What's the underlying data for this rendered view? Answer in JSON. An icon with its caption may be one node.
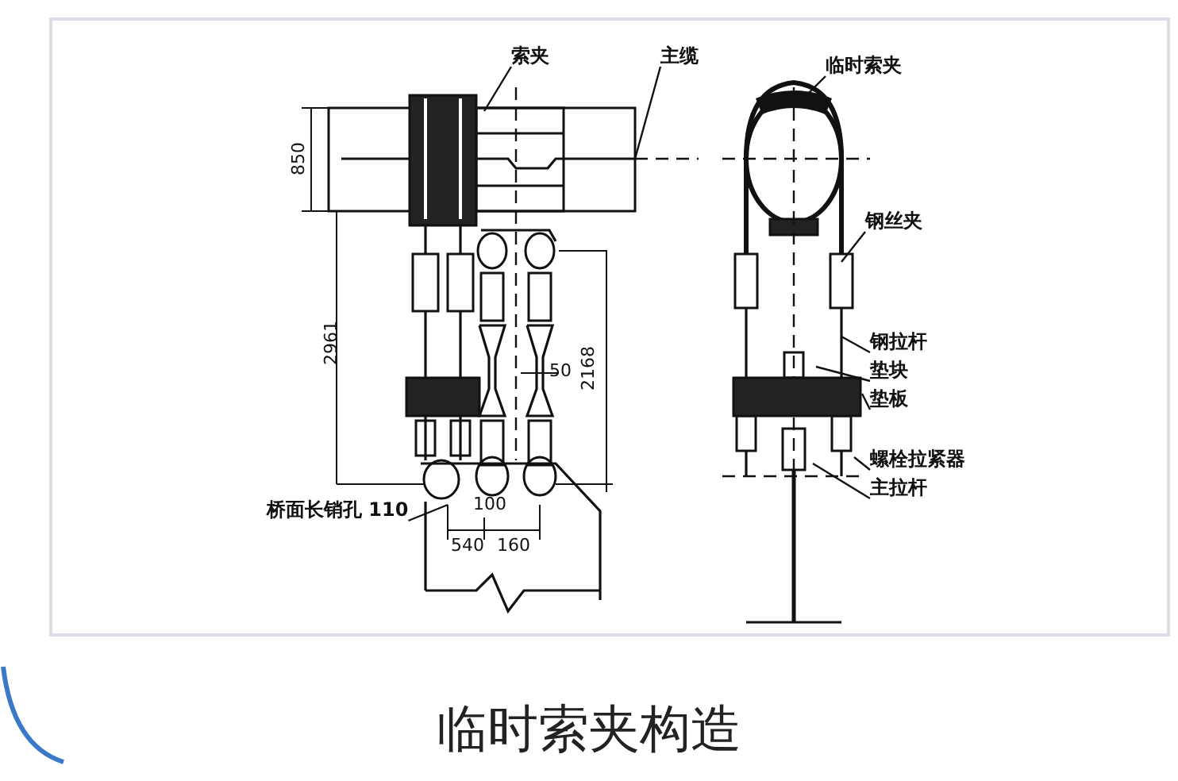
{
  "diagram": {
    "caption": "临时索夹构造",
    "nodes": [
      {
        "text": [
          "索夹"
        ]
      },
      {
        "text": [
          "主缆"
        ]
      },
      {
        "text": [
          "临时索夹"
        ]
      },
      {
        "text": [
          "钢丝夹"
        ]
      },
      {
        "text": [
          "钢拉杆"
        ]
      },
      {
        "text": [
          "垫块"
        ]
      },
      {
        "text": [
          "垫板"
        ]
      },
      {
        "text": [
          "螺栓拉紧器"
        ]
      },
      {
        "text": [
          "主拉杆"
        ]
      },
      {
        "text": [
          "桥面长销孔 110"
        ]
      }
    ],
    "edges": [
      {
        "from": 0,
        "to": null,
        "arrow": "none"
      },
      {
        "from": 1,
        "to": null,
        "arrow": "none"
      },
      {
        "from": 2,
        "to": null,
        "arrow": "none"
      },
      {
        "from": 3,
        "to": null,
        "arrow": "none"
      },
      {
        "from": 4,
        "to": null,
        "arrow": "none"
      },
      {
        "from": 5,
        "to": null,
        "arrow": "none"
      },
      {
        "from": 6,
        "to": null,
        "arrow": "none"
      },
      {
        "from": 7,
        "to": null,
        "arrow": "none"
      },
      {
        "from": 8,
        "to": null,
        "arrow": "none"
      },
      {
        "from": 9,
        "to": null,
        "arrow": "none"
      }
    ],
    "labels": [
      "850",
      "2961",
      "2168",
      "50",
      "100",
      "540",
      "160"
    ]
  }
}
